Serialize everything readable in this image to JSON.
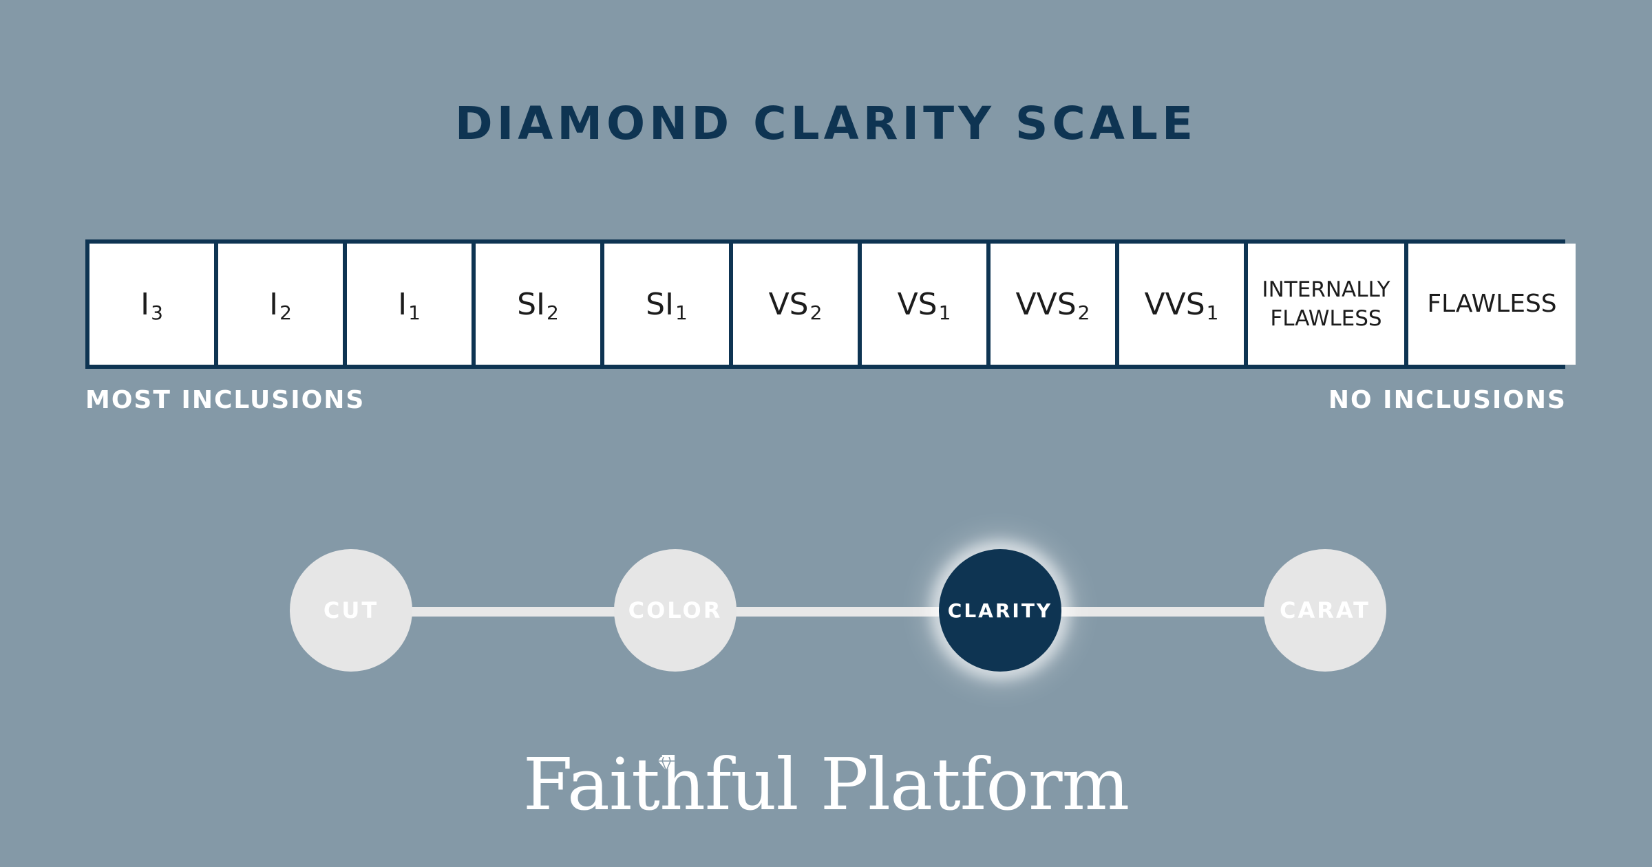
{
  "title": "DIAMOND CLARITY SCALE",
  "scale": {
    "grades": [
      {
        "base": "I",
        "sub": "3"
      },
      {
        "base": "I",
        "sub": "2"
      },
      {
        "base": "I",
        "sub": "1"
      },
      {
        "base": "SI",
        "sub": "2"
      },
      {
        "base": "SI",
        "sub": "1"
      },
      {
        "base": "VS",
        "sub": "2"
      },
      {
        "base": "VS",
        "sub": "1"
      },
      {
        "base": "VVS",
        "sub": "2"
      },
      {
        "base": "VVS",
        "sub": "1"
      }
    ],
    "internally_flawless_line1": "INTERNALLY",
    "internally_flawless_line2": "FLAWLESS",
    "flawless": "FLAWLESS",
    "left_label": "MOST INCLUSIONS",
    "right_label": "NO INCLUSIONS"
  },
  "steps": [
    {
      "label": "CUT",
      "active": false
    },
    {
      "label": "COLOR",
      "active": false
    },
    {
      "label": "CLARITY",
      "active": true
    },
    {
      "label": "CARAT",
      "active": false
    }
  ],
  "brand": {
    "name": "Faithful Platform",
    "icon": "diamond-icon"
  },
  "colors": {
    "background": "#8499a7",
    "navy": "#0e3452",
    "step_inactive": "#e6e6e6",
    "white": "#ffffff"
  }
}
